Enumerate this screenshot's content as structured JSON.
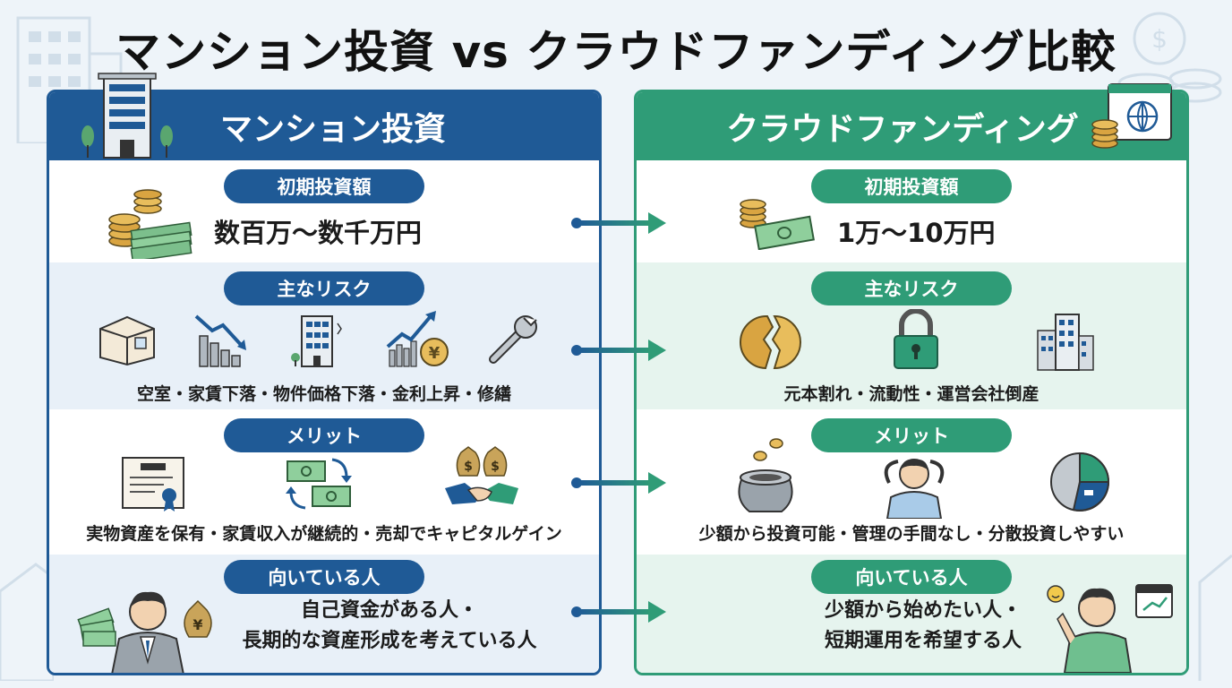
{
  "title": "マンション投資 vs クラウドファンディング比較",
  "colors": {
    "left_accent": "#1f5a96",
    "right_accent": "#2f9c77",
    "background": "#eef4f9"
  },
  "left": {
    "heading": "マンション投資",
    "sections": {
      "initial": {
        "label": "初期投資額",
        "value": "数百万〜数千万円"
      },
      "risk": {
        "label": "主なリスク",
        "caption": "空室・家賃下落・物件価格下落・金利上昇・修繕"
      },
      "merit": {
        "label": "メリット",
        "caption": "実物資産を保有・家賃収入が継続的・売却でキャピタルゲイン"
      },
      "target": {
        "label": "向いている人",
        "line1": "自己資金がある人・",
        "line2": "長期的な資産形成を考えている人"
      }
    }
  },
  "right": {
    "heading": "クラウドファンディング",
    "sections": {
      "initial": {
        "label": "初期投資額",
        "value": "1万〜10万円"
      },
      "risk": {
        "label": "主なリスク",
        "caption": "元本割れ・流動性・運営会社倒産"
      },
      "merit": {
        "label": "メリット",
        "caption": "少額から投資可能・管理の手間なし・分散投資しやすい"
      },
      "target": {
        "label": "向いている人",
        "line1": "少額から始めたい人・",
        "line2": "短期運用を希望する人"
      }
    }
  },
  "icons": {
    "left_header": "apartment-building-icon",
    "right_header": "web-browser-globe-coins-icon",
    "left_initial": "coins-and-cash-icon",
    "right_initial": "coins-and-bill-icon",
    "left_risks": [
      "vacant-room-icon",
      "declining-chart-icon",
      "building-icon",
      "rising-interest-yen-icon",
      "wrench-icon"
    ],
    "right_risks": [
      "broken-coin-icon",
      "padlock-icon",
      "company-building-icon"
    ],
    "left_merits": [
      "certificate-icon",
      "money-exchange-icon",
      "handshake-money-bags-icon"
    ],
    "right_merits": [
      "coin-pot-icon",
      "relaxed-person-icon",
      "pie-chart-icon"
    ],
    "left_target": "businessman-with-cash-icon",
    "right_target": "person-with-calendar-icon"
  }
}
